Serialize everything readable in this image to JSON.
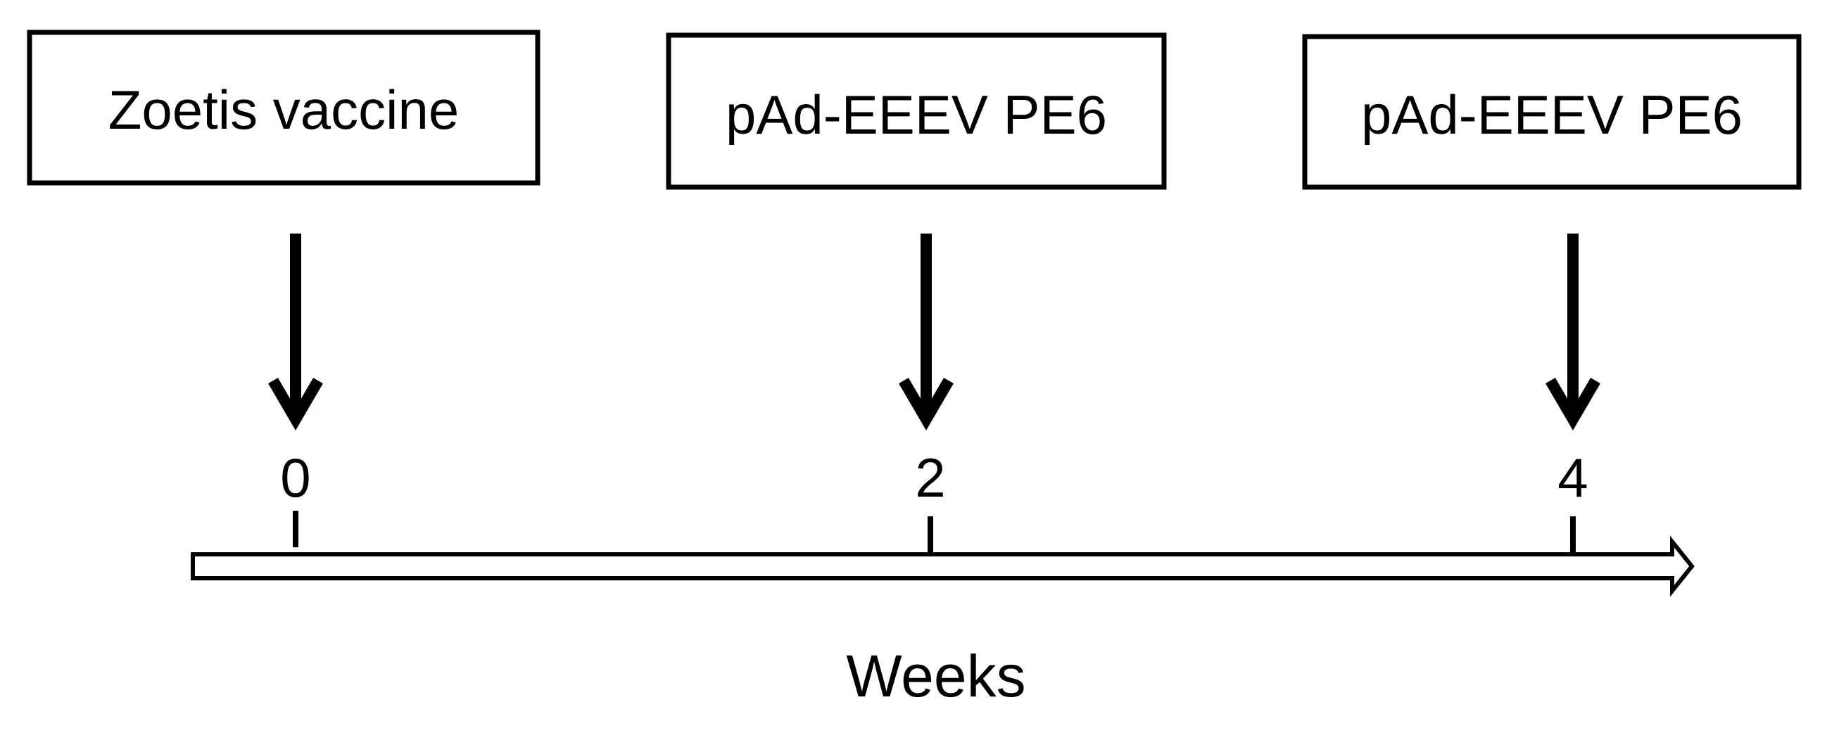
{
  "boxes": [
    {
      "label": "Zoetis vaccine"
    },
    {
      "label": "pAd-EEEV PE6"
    },
    {
      "label": "pAd-EEEV PE6"
    }
  ],
  "weeks": [
    "0",
    "2",
    "4"
  ],
  "axis_label": "Weeks"
}
